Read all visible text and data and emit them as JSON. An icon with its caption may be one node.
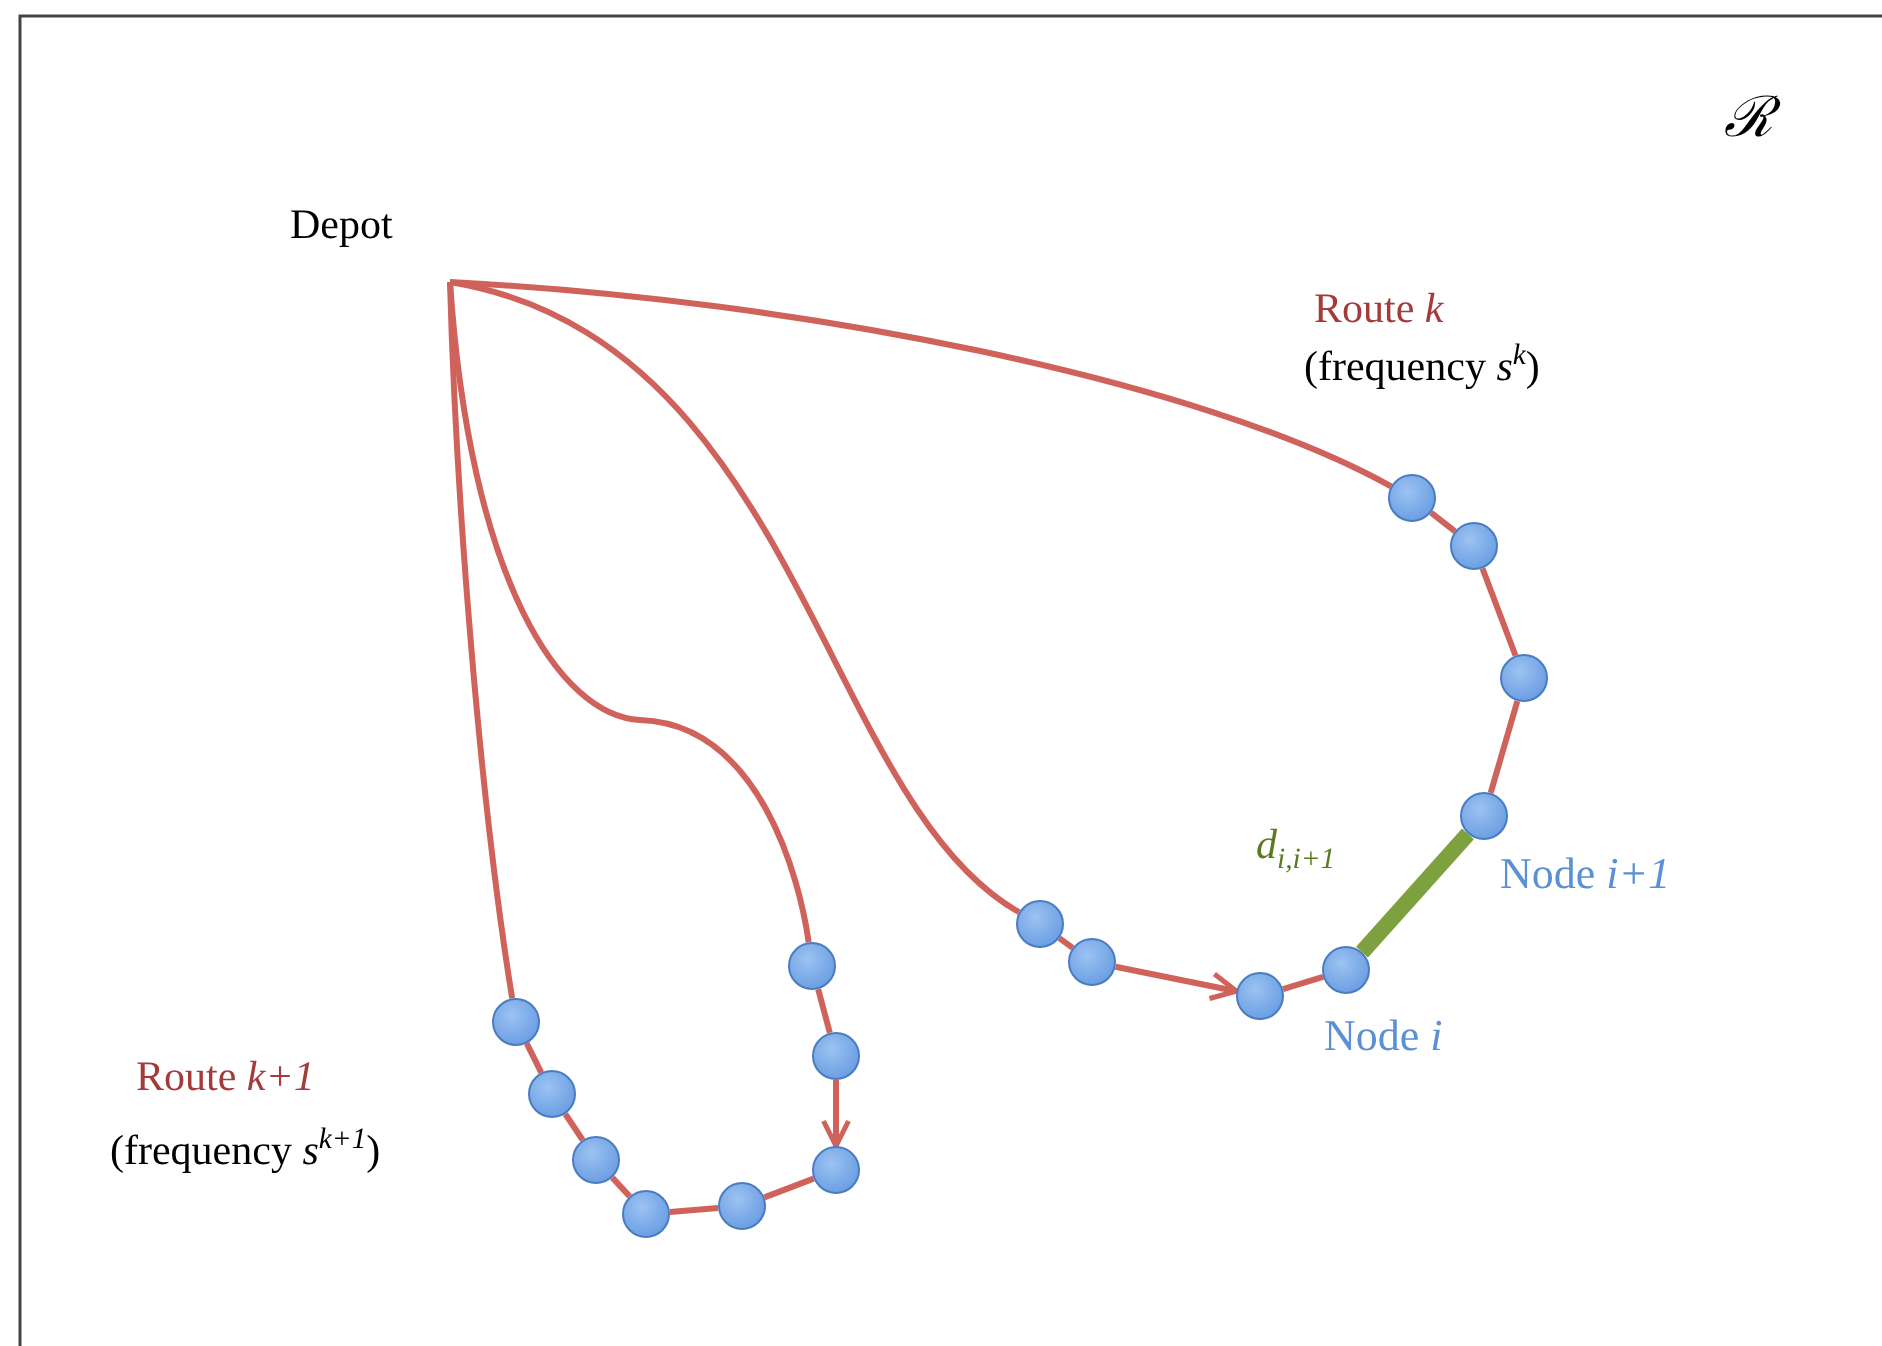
{
  "diagram": {
    "nodes": [
      {
        "text": [
          "Depot"
        ]
      },
      {
        "text": [],
        "shape": "circle"
      },
      {
        "text": [],
        "shape": "circle"
      },
      {
        "text": [],
        "shape": "circle"
      },
      {
        "text": [],
        "shape": "circle",
        "beside": [
          "Node *i*"
        ]
      },
      {
        "text": [],
        "shape": "circle",
        "beside": [
          "Node *i+1*"
        ]
      },
      {
        "text": [],
        "shape": "circle"
      },
      {
        "text": [],
        "shape": "circle"
      },
      {
        "text": [],
        "shape": "circle"
      },
      {
        "text": [],
        "shape": "circle"
      },
      {
        "text": [],
        "shape": "circle"
      },
      {
        "text": [],
        "shape": "circle"
      },
      {
        "text": [],
        "shape": "circle"
      },
      {
        "text": [],
        "shape": "circle"
      },
      {
        "text": [],
        "shape": "circle"
      },
      {
        "text": [],
        "shape": "circle"
      },
      {
        "text": [],
        "shape": "circle"
      }
    ],
    "edges": [
      {
        "from": 0,
        "to": 1,
        "arrow": "none"
      },
      {
        "from": 1,
        "to": 2,
        "arrow": "none"
      },
      {
        "from": 2,
        "to": 3,
        "arrow": "to"
      },
      {
        "from": 3,
        "to": 4,
        "arrow": "none"
      },
      {
        "from": 4,
        "to": 5,
        "arrow": "none",
        "label": "d$_{i,i+1}$",
        "style": "thick",
        "color": "#7ea13f"
      },
      {
        "from": 5,
        "to": 6,
        "arrow": "none"
      },
      {
        "from": 6,
        "to": 7,
        "arrow": "none"
      },
      {
        "from": 7,
        "to": 8,
        "arrow": "none"
      },
      {
        "from": 8,
        "to": 0,
        "arrow": "none"
      },
      {
        "from": 0,
        "to": 9,
        "arrow": "none"
      },
      {
        "from": 9,
        "to": 10,
        "arrow": "none"
      },
      {
        "from": 10,
        "to": 11,
        "arrow": "to"
      },
      {
        "from": 11,
        "to": 12,
        "arrow": "none"
      },
      {
        "from": 12,
        "to": 13,
        "arrow": "none"
      },
      {
        "from": 13,
        "to": 14,
        "arrow": "none"
      },
      {
        "from": 14,
        "to": 15,
        "arrow": "none"
      },
      {
        "from": 15,
        "to": 16,
        "arrow": "none"
      },
      {
        "from": 16,
        "to": 0,
        "arrow": "none"
      }
    ],
    "labels": [
      "ℛ",
      "Route *k*",
      "(frequency *s*$^{k}$)",
      "Route *k+1*",
      "(frequency *s*$^{k+1}$)"
    ]
  }
}
